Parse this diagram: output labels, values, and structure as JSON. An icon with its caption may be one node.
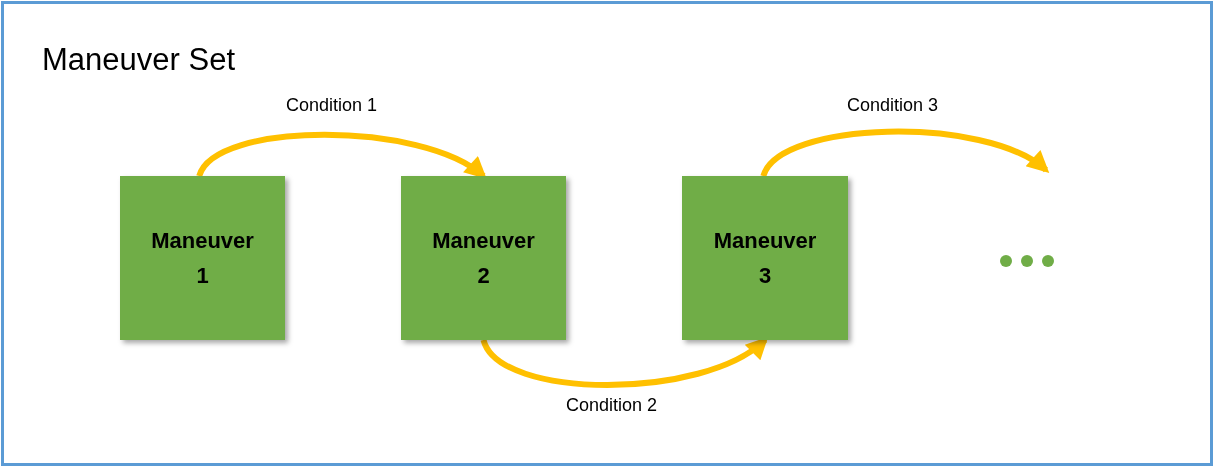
{
  "diagram": {
    "nodes": [
      {
        "text": [
          "Maneuver Set"
        ]
      },
      {
        "text": [
          "Maneuver 1"
        ],
        "in": 0
      },
      {
        "text": [
          "Maneuver 2"
        ],
        "in": 0
      },
      {
        "text": [
          "Maneuver 3"
        ],
        "in": 0
      }
    ],
    "edges": [
      {
        "from": 1,
        "to": 2,
        "arrow": "to",
        "label": "Condition 1"
      },
      {
        "from": 2,
        "to": 3,
        "arrow": "to",
        "label": "Condition 2"
      },
      {
        "from": 3,
        "to": null,
        "arrow": "to",
        "label": "Condition 3"
      }
    ]
  }
}
